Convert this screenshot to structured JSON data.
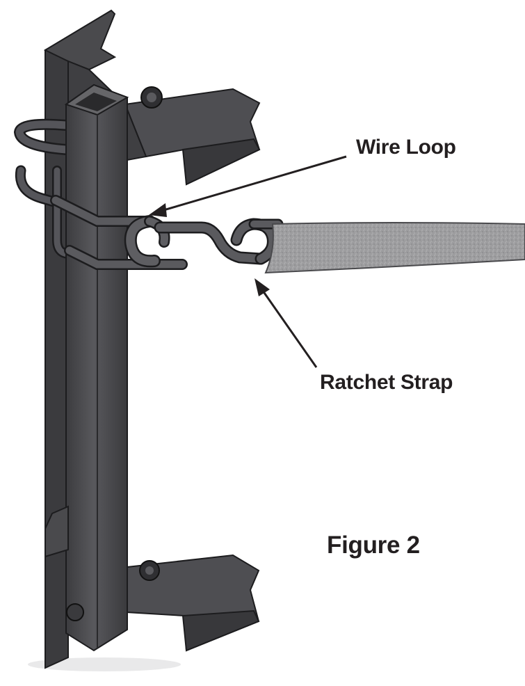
{
  "labels": {
    "wire_loop": "Wire Loop",
    "ratchet_strap": "Ratchet Strap",
    "figure_caption": "Figure 2"
  },
  "colors": {
    "steel": "#47474a",
    "steel_dark": "#2e2e31",
    "steel_light": "#6a6a6e",
    "strap": "#9a9a9c",
    "arrow": "#231f20"
  },
  "icons": {
    "arrow": "arrow-icon",
    "bolt": "bolt-icon"
  }
}
